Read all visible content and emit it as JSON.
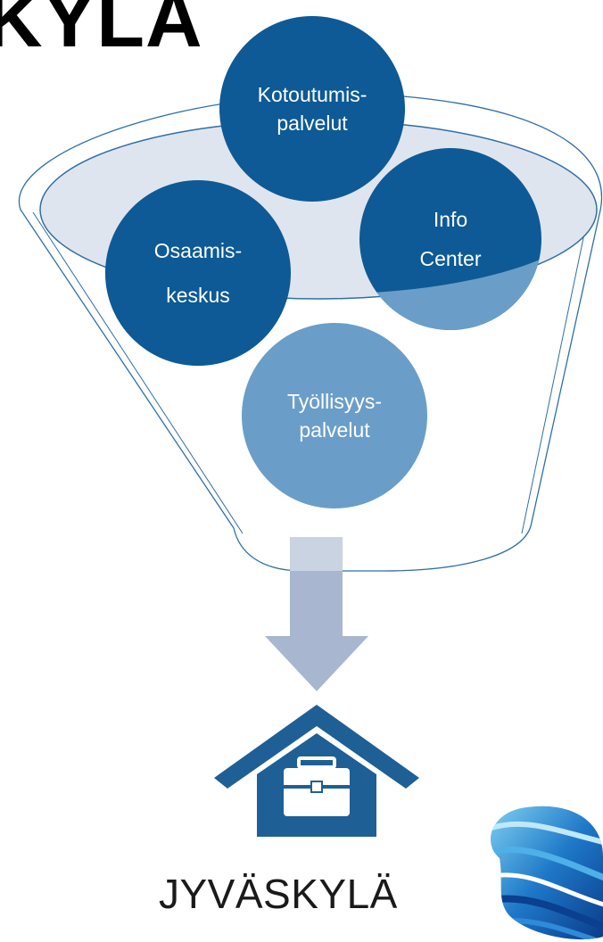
{
  "slide": {
    "title_visible_fragment": "KYLÄ"
  },
  "funnel": {
    "circles": [
      {
        "id": "kotoutumis",
        "lines": [
          "Kotoutumis-",
          "palvelut"
        ]
      },
      {
        "id": "info",
        "lines": [
          "Info",
          "Center"
        ]
      },
      {
        "id": "osaamis",
        "lines": [
          "Osaamis-",
          "keskus"
        ]
      },
      {
        "id": "tyollisyys",
        "lines": [
          "Työllisyys-",
          "palvelut"
        ]
      }
    ]
  },
  "logo": {
    "text": "JYVÄSKYLÄ"
  },
  "colors": {
    "circle_primary": "#0d5a96",
    "circle_translucent": "#5b94c2",
    "funnel_stroke": "#2f6fa6",
    "funnel_rim_fill": "#dfe5ee",
    "arrow": "#a8b7cf",
    "house": "#1e5f96"
  },
  "icons": {
    "house": "house-with-briefcase-icon",
    "logo": "jyvaskyla-wave-logo-icon",
    "arrow": "down-arrow-icon"
  }
}
